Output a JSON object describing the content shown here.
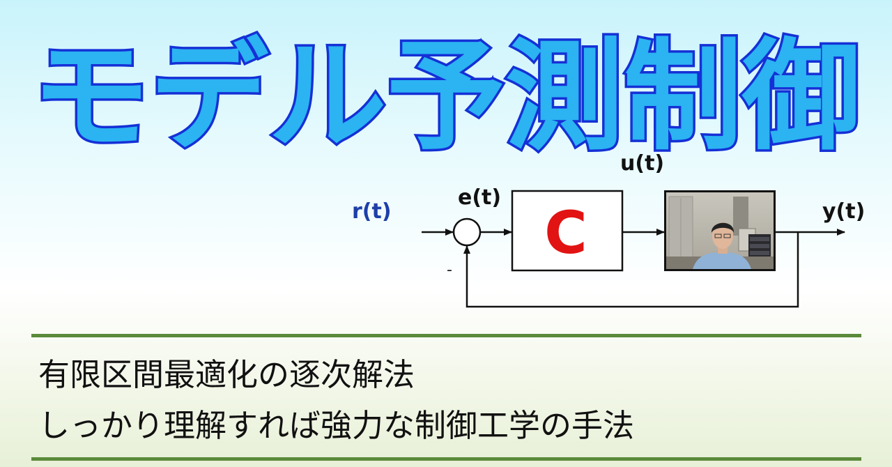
{
  "title": "モデル予測制御",
  "diagram": {
    "reference_label": "r(t)",
    "error_label": "e(t)",
    "control_label": "u(t)",
    "output_label": "y(t)",
    "controller_label": "C",
    "minus_sign": "-",
    "plant_image": "presenter-webcam-photo"
  },
  "subtitle": {
    "line1": "有限区間最適化の逐次解法",
    "line2": "しっかり理解すれば強力な制御工学の手法"
  },
  "colors": {
    "title_fill": "#2bb3f2",
    "title_outline": "#1530d6",
    "reference_label": "#1e3fa8",
    "controller_label": "#e21313",
    "rule": "#5b8a3a"
  }
}
